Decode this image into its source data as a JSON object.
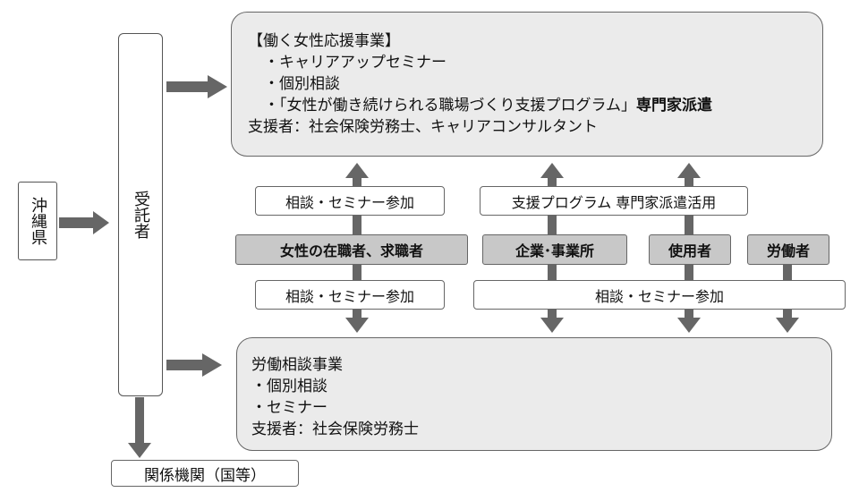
{
  "okinawa": "沖縄県",
  "contractor": "受託者",
  "related": "関係機関（国等）",
  "top_panel": {
    "title": "【働く女性応援事業】",
    "items": [
      "・キャリアアップセミナー",
      "・個別相談",
      "・「女性が働き続けられる職場づくり支援プログラム」"
    ],
    "item3_suffix": "専門家派遣",
    "supporters": "支援者：社会保険労務士、キャリアコンサルタント"
  },
  "bottom_panel": {
    "title": "労働相談事業",
    "items": [
      "・個別相談",
      "・セミナー"
    ],
    "supporters": "支援者：社会保険労務士"
  },
  "labels": {
    "consult_top": "相談・セミナー参加",
    "support_program": "支援プログラム 専門家派遣活用",
    "consult_bottom_left": "相談・セミナー参加",
    "consult_bottom_right": "相談・セミナー参加"
  },
  "targets": {
    "women": "女性の在職者、求職者",
    "companies": "企業･事業所",
    "employers": "使用者",
    "workers": "労働者"
  },
  "colors": {
    "panel": "#ebebeb",
    "target": "#c8c8c8",
    "arrow": "#666666"
  }
}
